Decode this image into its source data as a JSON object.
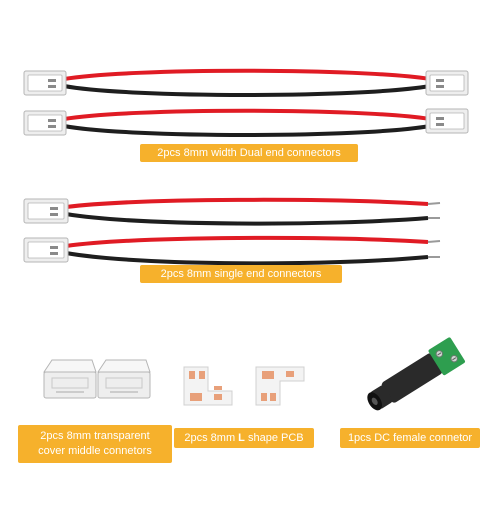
{
  "colors": {
    "accent": "#F6B12C",
    "wire_red": "#E01B24",
    "wire_black": "#1E1E1E",
    "clip_body": "#EEEEEE",
    "clip_edge": "#B5B5B5",
    "pcb_copper": "#E8A07A",
    "pcb_board": "#F3F3F3",
    "dc_body": "#2A2A2A",
    "dc_terminal": "#2E9E4F"
  },
  "labels": {
    "dual_end": "2pcs 8mm width Dual end connectors",
    "single_end": "2pcs 8mm single end connectors",
    "middle_line1": "2pcs 8mm transparent",
    "middle_line2": "cover middle connetors",
    "lshape_prefix": "2pcs 8mm ",
    "lshape_bold": "L",
    "lshape_suffix": " shape PCB",
    "dc_female": "1pcs DC female connetor"
  },
  "products": [
    {
      "type": "dual-end-cable",
      "icon": "dual-end-connector-icon"
    },
    {
      "type": "dual-end-cable",
      "icon": "dual-end-connector-icon"
    },
    {
      "type": "single-end-cable",
      "icon": "single-end-connector-icon"
    },
    {
      "type": "single-end-cable",
      "icon": "single-end-connector-icon"
    },
    {
      "type": "middle-connector",
      "icon": "transparent-clip-icon"
    },
    {
      "type": "l-shape-pcb",
      "icon": "l-shape-pcb-icon"
    },
    {
      "type": "dc-female",
      "icon": "dc-female-jack-icon"
    }
  ]
}
